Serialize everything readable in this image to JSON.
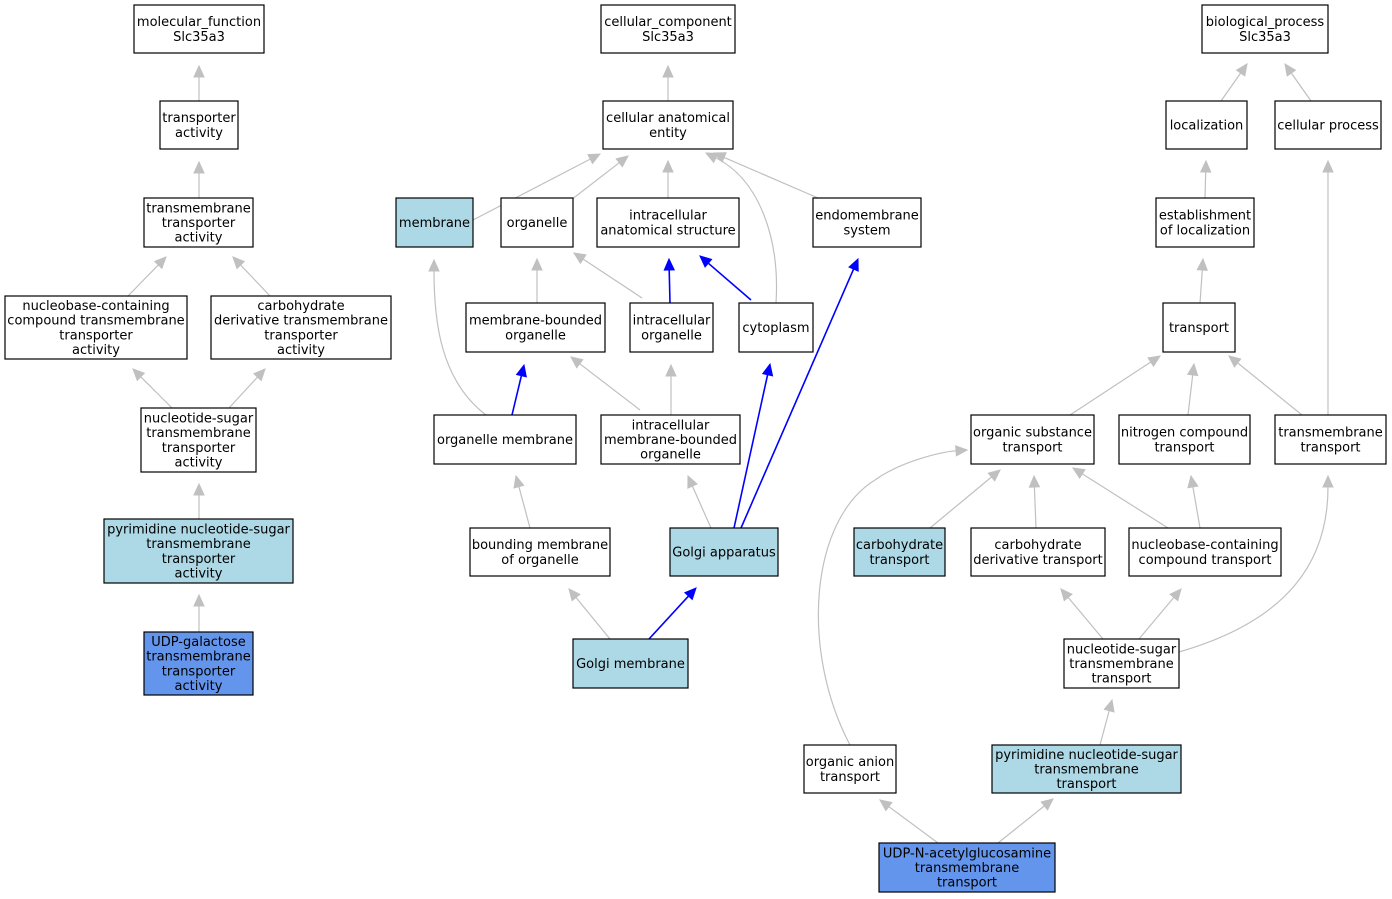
{
  "colors": {
    "default_fill": "#ffffff",
    "highlight_fill": "#add8e6",
    "query_fill": "#6495ed",
    "edge_gray": "#c0c0c0",
    "edge_blue": "#0000ff",
    "border": "#000000"
  },
  "nodes": [
    {
      "id": "mf",
      "lines": [
        "molecular_function",
        "Slc35a3"
      ],
      "style": "default"
    },
    {
      "id": "transporter_activity",
      "lines": [
        "transporter",
        "activity"
      ],
      "style": "default"
    },
    {
      "id": "tm_transporter_activity",
      "lines": [
        "transmembrane",
        "transporter",
        "activity"
      ],
      "style": "default"
    },
    {
      "id": "nucleobase_tm_activity",
      "lines": [
        "nucleobase-containing",
        "compound transmembrane",
        "transporter",
        "activity"
      ],
      "style": "default"
    },
    {
      "id": "carb_deriv_tm_activity",
      "lines": [
        "carbohydrate",
        "derivative transmembrane",
        "transporter",
        "activity"
      ],
      "style": "default"
    },
    {
      "id": "nucsugar_tm_activity",
      "lines": [
        "nucleotide-sugar",
        "transmembrane",
        "transporter",
        "activity"
      ],
      "style": "default"
    },
    {
      "id": "pyr_nucsugar_tm_activity",
      "lines": [
        "pyrimidine nucleotide-sugar",
        "transmembrane",
        "transporter",
        "activity"
      ],
      "style": "highlight"
    },
    {
      "id": "udp_gal_activity",
      "lines": [
        "UDP-galactose",
        "transmembrane",
        "transporter",
        "activity"
      ],
      "style": "query"
    },
    {
      "id": "cc",
      "lines": [
        "cellular_component",
        "Slc35a3"
      ],
      "style": "default"
    },
    {
      "id": "cae",
      "lines": [
        "cellular anatomical",
        "entity"
      ],
      "style": "default"
    },
    {
      "id": "membrane",
      "lines": [
        "membrane"
      ],
      "style": "highlight"
    },
    {
      "id": "organelle",
      "lines": [
        "organelle"
      ],
      "style": "default"
    },
    {
      "id": "ias",
      "lines": [
        "intracellular",
        "anatomical structure"
      ],
      "style": "default"
    },
    {
      "id": "endomembrane",
      "lines": [
        "endomembrane",
        "system"
      ],
      "style": "default"
    },
    {
      "id": "mbo",
      "lines": [
        "membrane-bounded",
        "organelle"
      ],
      "style": "default"
    },
    {
      "id": "intra_org",
      "lines": [
        "intracellular",
        "organelle"
      ],
      "style": "default"
    },
    {
      "id": "cytoplasm",
      "lines": [
        "cytoplasm"
      ],
      "style": "default"
    },
    {
      "id": "org_membrane",
      "lines": [
        "organelle membrane"
      ],
      "style": "default"
    },
    {
      "id": "imbo",
      "lines": [
        "intracellular",
        "membrane-bounded",
        "organelle"
      ],
      "style": "default"
    },
    {
      "id": "bounding_membrane",
      "lines": [
        "bounding membrane",
        "of organelle"
      ],
      "style": "default"
    },
    {
      "id": "golgi_apparatus",
      "lines": [
        "Golgi apparatus"
      ],
      "style": "highlight"
    },
    {
      "id": "golgi_membrane",
      "lines": [
        "Golgi membrane"
      ],
      "style": "highlight"
    },
    {
      "id": "bp",
      "lines": [
        "biological_process",
        "Slc35a3"
      ],
      "style": "default"
    },
    {
      "id": "localization",
      "lines": [
        "localization"
      ],
      "style": "default"
    },
    {
      "id": "cellular_process",
      "lines": [
        "cellular process"
      ],
      "style": "default"
    },
    {
      "id": "est_localization",
      "lines": [
        "establishment",
        "of localization"
      ],
      "style": "default"
    },
    {
      "id": "transport",
      "lines": [
        "transport"
      ],
      "style": "default"
    },
    {
      "id": "org_subst_transport",
      "lines": [
        "organic substance",
        "transport"
      ],
      "style": "default"
    },
    {
      "id": "nitrogen_transport",
      "lines": [
        "nitrogen compound",
        "transport"
      ],
      "style": "default"
    },
    {
      "id": "tm_transport",
      "lines": [
        "transmembrane",
        "transport"
      ],
      "style": "default"
    },
    {
      "id": "carb_transport",
      "lines": [
        "carbohydrate",
        "transport"
      ],
      "style": "highlight"
    },
    {
      "id": "carb_deriv_transport",
      "lines": [
        "carbohydrate",
        "derivative transport"
      ],
      "style": "default"
    },
    {
      "id": "nucleobase_transport",
      "lines": [
        "nucleobase-containing",
        "compound transport"
      ],
      "style": "default"
    },
    {
      "id": "nucsugar_tm_transport",
      "lines": [
        "nucleotide-sugar",
        "transmembrane",
        "transport"
      ],
      "style": "default"
    },
    {
      "id": "org_anion_transport",
      "lines": [
        "organic anion",
        "transport"
      ],
      "style": "default"
    },
    {
      "id": "pyr_nucsugar_tm_transport",
      "lines": [
        "pyrimidine nucleotide-sugar",
        "transmembrane",
        "transport"
      ],
      "style": "highlight"
    },
    {
      "id": "udp_glcnac_transport",
      "lines": [
        "UDP-N-acetylglucosamine",
        "transmembrane",
        "transport"
      ],
      "style": "query"
    }
  ],
  "edges": [
    {
      "from": "transporter_activity",
      "to": "mf",
      "color": "gray"
    },
    {
      "from": "tm_transporter_activity",
      "to": "transporter_activity",
      "color": "gray"
    },
    {
      "from": "nucleobase_tm_activity",
      "to": "tm_transporter_activity",
      "color": "gray"
    },
    {
      "from": "carb_deriv_tm_activity",
      "to": "tm_transporter_activity",
      "color": "gray"
    },
    {
      "from": "nucsugar_tm_activity",
      "to": "nucleobase_tm_activity",
      "color": "gray"
    },
    {
      "from": "nucsugar_tm_activity",
      "to": "carb_deriv_tm_activity",
      "color": "gray"
    },
    {
      "from": "pyr_nucsugar_tm_activity",
      "to": "nucsugar_tm_activity",
      "color": "gray"
    },
    {
      "from": "udp_gal_activity",
      "to": "pyr_nucsugar_tm_activity",
      "color": "gray"
    },
    {
      "from": "cae",
      "to": "cc",
      "color": "gray"
    },
    {
      "from": "membrane",
      "to": "cae",
      "color": "gray"
    },
    {
      "from": "organelle",
      "to": "cae",
      "color": "gray"
    },
    {
      "from": "ias",
      "to": "cae",
      "color": "gray"
    },
    {
      "from": "endomembrane",
      "to": "cae",
      "color": "gray"
    },
    {
      "from": "cytoplasm",
      "to": "cae",
      "color": "gray"
    },
    {
      "from": "mbo",
      "to": "organelle",
      "color": "gray"
    },
    {
      "from": "intra_org",
      "to": "organelle",
      "color": "gray"
    },
    {
      "from": "intra_org",
      "to": "ias",
      "color": "blue"
    },
    {
      "from": "cytoplasm",
      "to": "ias",
      "color": "blue"
    },
    {
      "from": "org_membrane",
      "to": "membrane",
      "color": "gray"
    },
    {
      "from": "org_membrane",
      "to": "mbo",
      "color": "blue"
    },
    {
      "from": "imbo",
      "to": "mbo",
      "color": "gray"
    },
    {
      "from": "imbo",
      "to": "intra_org",
      "color": "gray"
    },
    {
      "from": "bounding_membrane",
      "to": "org_membrane",
      "color": "gray"
    },
    {
      "from": "golgi_apparatus",
      "to": "imbo",
      "color": "gray"
    },
    {
      "from": "golgi_apparatus",
      "to": "cytoplasm",
      "color": "blue"
    },
    {
      "from": "golgi_apparatus",
      "to": "endomembrane",
      "color": "blue"
    },
    {
      "from": "golgi_membrane",
      "to": "bounding_membrane",
      "color": "gray"
    },
    {
      "from": "golgi_membrane",
      "to": "golgi_apparatus",
      "color": "blue"
    },
    {
      "from": "localization",
      "to": "bp",
      "color": "gray"
    },
    {
      "from": "cellular_process",
      "to": "bp",
      "color": "gray"
    },
    {
      "from": "est_localization",
      "to": "localization",
      "color": "gray"
    },
    {
      "from": "transport",
      "to": "est_localization",
      "color": "gray"
    },
    {
      "from": "org_subst_transport",
      "to": "transport",
      "color": "gray"
    },
    {
      "from": "nitrogen_transport",
      "to": "transport",
      "color": "gray"
    },
    {
      "from": "tm_transport",
      "to": "transport",
      "color": "gray"
    },
    {
      "from": "tm_transport",
      "to": "cellular_process",
      "color": "gray"
    },
    {
      "from": "carb_transport",
      "to": "org_subst_transport",
      "color": "gray"
    },
    {
      "from": "carb_deriv_transport",
      "to": "org_subst_transport",
      "color": "gray"
    },
    {
      "from": "nucleobase_transport",
      "to": "org_subst_transport",
      "color": "gray"
    },
    {
      "from": "nucleobase_transport",
      "to": "nitrogen_transport",
      "color": "gray"
    },
    {
      "from": "org_anion_transport",
      "to": "org_subst_transport",
      "color": "gray"
    },
    {
      "from": "nucsugar_tm_transport",
      "to": "carb_deriv_transport",
      "color": "gray"
    },
    {
      "from": "nucsugar_tm_transport",
      "to": "nucleobase_transport",
      "color": "gray"
    },
    {
      "from": "nucsugar_tm_transport",
      "to": "tm_transport",
      "color": "gray"
    },
    {
      "from": "pyr_nucsugar_tm_transport",
      "to": "nucsugar_tm_transport",
      "color": "gray"
    },
    {
      "from": "udp_glcnac_transport",
      "to": "org_anion_transport",
      "color": "gray"
    },
    {
      "from": "udp_glcnac_transport",
      "to": "pyr_nucsugar_tm_transport",
      "color": "gray"
    }
  ]
}
